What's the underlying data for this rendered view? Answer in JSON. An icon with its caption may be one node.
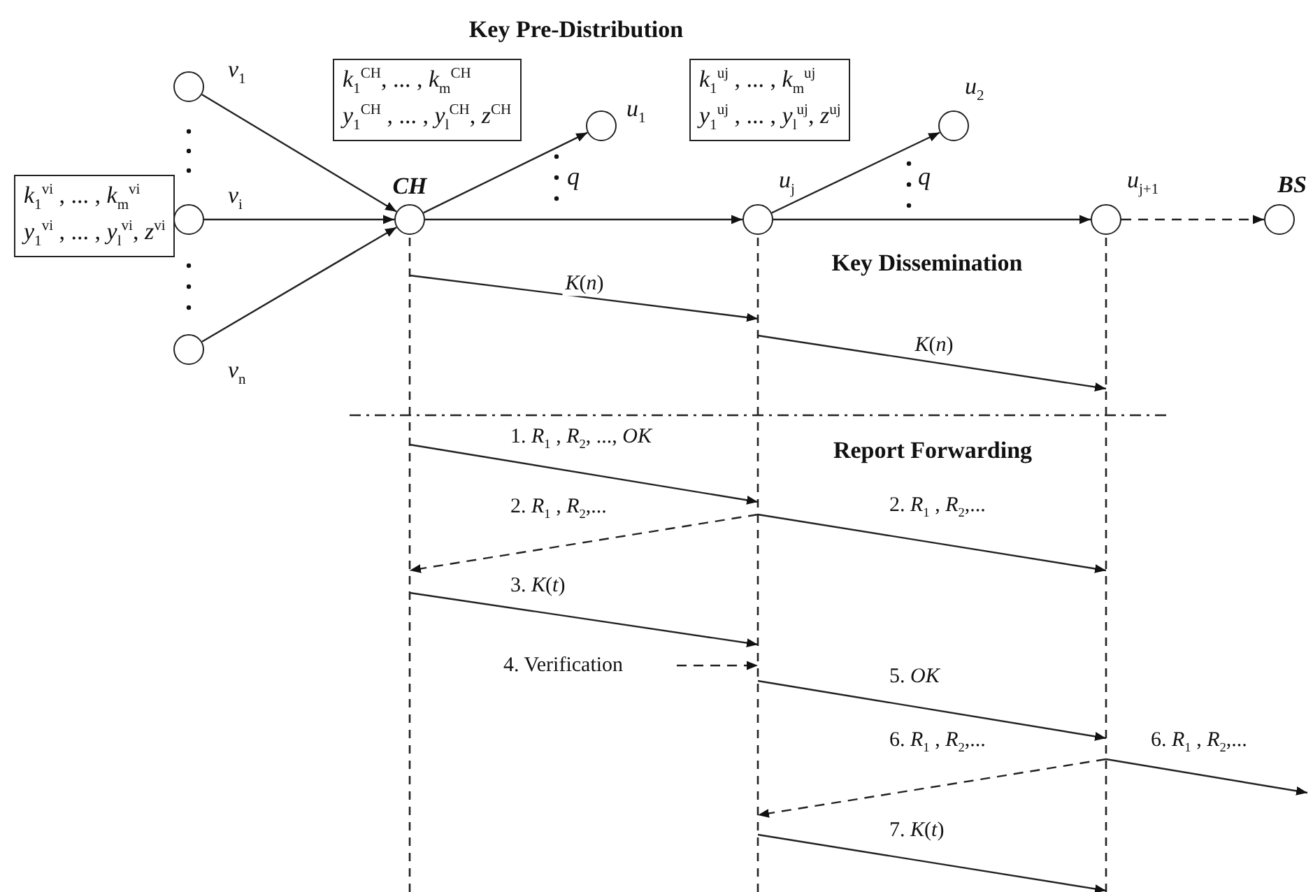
{
  "diagram": {
    "nodes": [
      {
        "text": [
          "*k*$_{1}$$^{vi}$ , ... , *k*$_{m}$$^{vi}$",
          "*y*$_{1}$$^{vi}$ , ... , *y*$_{l}$$^{vi}$, *z*$^{vi}$"
        ]
      },
      {
        "text": [],
        "shape": "circle",
        "beside": [
          "*v*$_{1}$"
        ]
      },
      {
        "text": [],
        "shape": "circle",
        "beside": [
          "*v*$_{i}$"
        ]
      },
      {
        "text": [],
        "shape": "circle",
        "beside": [
          "*v*$_{n}$"
        ]
      },
      {
        "text": [
          "*k*$_{1}$$^{CH}$, ... , *k*$_{m}$$^{CH}$",
          "*y*$_{1}$$^{CH}$ , ... , *y*$_{l}$$^{CH}$, *z*$^{CH}$"
        ]
      },
      {
        "text": [],
        "shape": "circle",
        "beside": [
          "CH"
        ]
      },
      {
        "text": [],
        "shape": "circle",
        "beside": [
          "*u*$_{1}$"
        ]
      },
      {
        "text": [
          "*k*$_{1}$$^{uj}$ , ... , *k*$_{m}$$^{uj}$",
          "*y*$_{1}$$^{uj}$ , ... , *y*$_{l}$$^{uj}$, *z*$^{uj}$"
        ]
      },
      {
        "text": [],
        "shape": "circle",
        "beside": [
          "*u*$_{j}$"
        ]
      },
      {
        "text": [],
        "shape": "circle",
        "beside": [
          "*u*$_{2}$"
        ]
      },
      {
        "text": [],
        "shape": "circle",
        "beside": [
          "*u*$_{j+1}$"
        ]
      },
      {
        "text": [],
        "shape": "circle",
        "beside": [
          "BS"
        ]
      },
      {
        "text": [
          "4. Verification"
        ]
      }
    ],
    "edges": [
      {
        "from": 1,
        "to": 5,
        "arrow": "to"
      },
      {
        "from": 2,
        "to": 5,
        "arrow": "to"
      },
      {
        "from": 3,
        "to": 5,
        "arrow": "to"
      },
      {
        "from": 5,
        "to": 6,
        "arrow": "to"
      },
      {
        "from": 5,
        "to": 8,
        "arrow": "to"
      },
      {
        "from": 8,
        "to": 9,
        "arrow": "to"
      },
      {
        "from": 8,
        "to": 10,
        "arrow": "to"
      },
      {
        "from": 10,
        "to": 11,
        "arrow": "to",
        "style": "dashed"
      },
      {
        "from": 5,
        "to": 8,
        "arrow": "to",
        "label": "*K*(*n*)"
      },
      {
        "from": 8,
        "to": 10,
        "arrow": "to",
        "label": "*K*(*n*)"
      },
      {
        "from": 5,
        "to": 8,
        "arrow": "to",
        "label": "1. *R*$_{1}$ , *R*$_{2}$,  ..., *OK*"
      },
      {
        "from": 8,
        "to": 5,
        "arrow": "to",
        "style": "dashed",
        "label": "2. *R*$_{1}$ , *R*$_{2}$,..."
      },
      {
        "from": 8,
        "to": 10,
        "arrow": "to",
        "label": "2. *R*$_{1}$ , *R*$_{2}$,..."
      },
      {
        "from": 5,
        "to": 8,
        "arrow": "to",
        "label": "3. *K*(*t*)"
      },
      {
        "from": 12,
        "to": 8,
        "arrow": "to",
        "style": "dashed"
      },
      {
        "from": 8,
        "to": 10,
        "arrow": "to",
        "label": "5. *OK*"
      },
      {
        "from": 10,
        "to": 8,
        "arrow": "to",
        "style": "dashed",
        "label": "6. *R*$_{1}$ , *R*$_{2}$,..."
      },
      {
        "from": 10,
        "to": null,
        "arrow": "to",
        "label": "6. *R*$_{1}$ , *R*$_{2}$,..."
      },
      {
        "from": 8,
        "to": 10,
        "arrow": "to",
        "label": "7. *K*(*t*)"
      }
    ],
    "labels": [
      "Key Pre-Distribution",
      "q",
      "q",
      "Key Dissemination",
      "Report Forwarding"
    ]
  }
}
